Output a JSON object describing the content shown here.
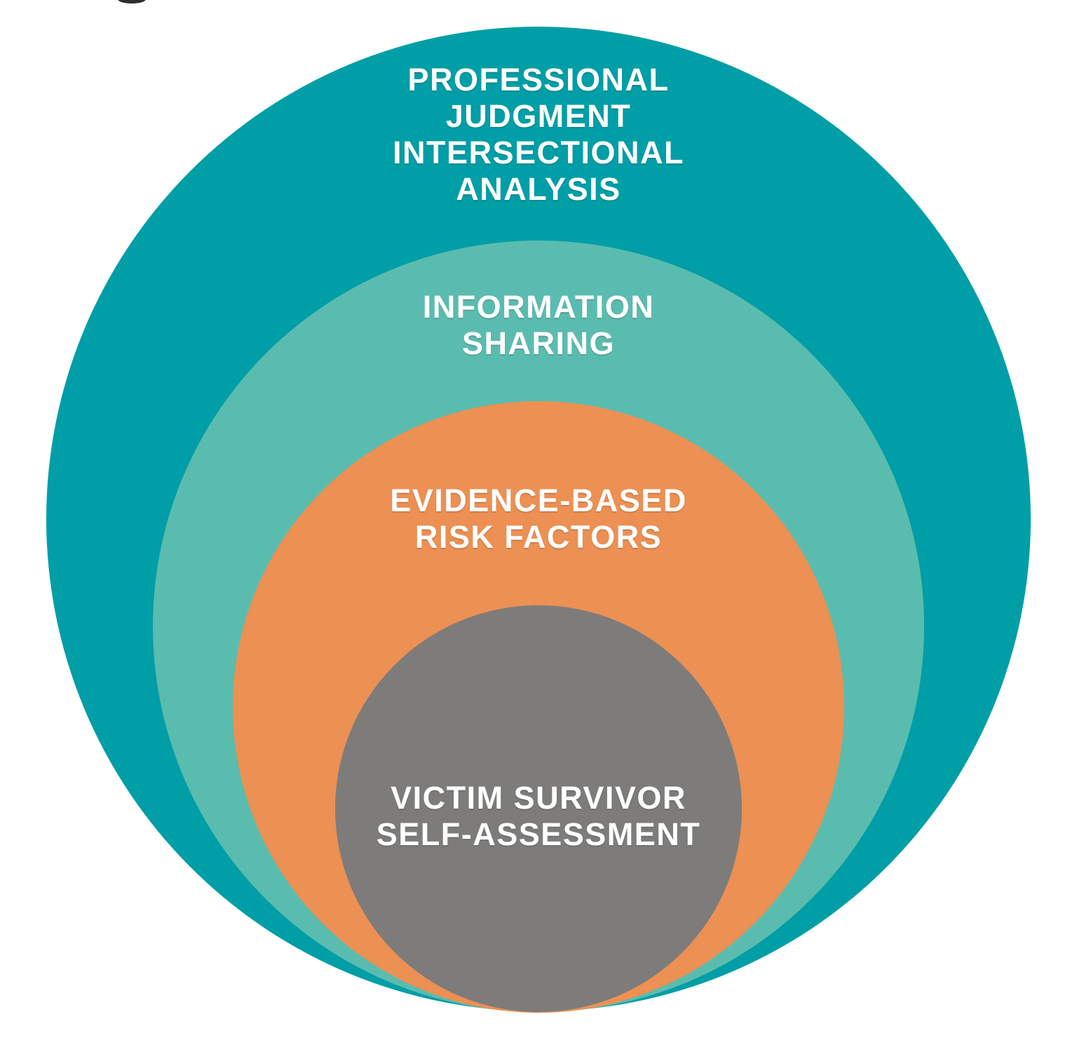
{
  "diagram": {
    "type": "nested-circles",
    "background_color": "#FFFFFF",
    "text_color": "#FFFFFF",
    "rings": [
      {
        "name": "professional-judgment-intersectional-analysis",
        "label_lines": [
          "PROFESSIONAL",
          "JUDGMENT",
          "INTERSECTIONAL",
          "ANALYSIS"
        ],
        "color": "#009EA6"
      },
      {
        "name": "information-sharing",
        "label_lines": [
          "INFORMATION",
          "SHARING"
        ],
        "color": "#5ABCAF"
      },
      {
        "name": "evidence-based-risk-factors",
        "label_lines": [
          "EVIDENCE-BASED",
          "RISK FACTORS"
        ],
        "color": "#EC9053"
      },
      {
        "name": "victim-survivor-self-assessment",
        "label_lines": [
          "VICTIM SURVIVOR",
          "SELF-ASSESSMENT"
        ],
        "color": "#7D7C7B"
      }
    ]
  }
}
